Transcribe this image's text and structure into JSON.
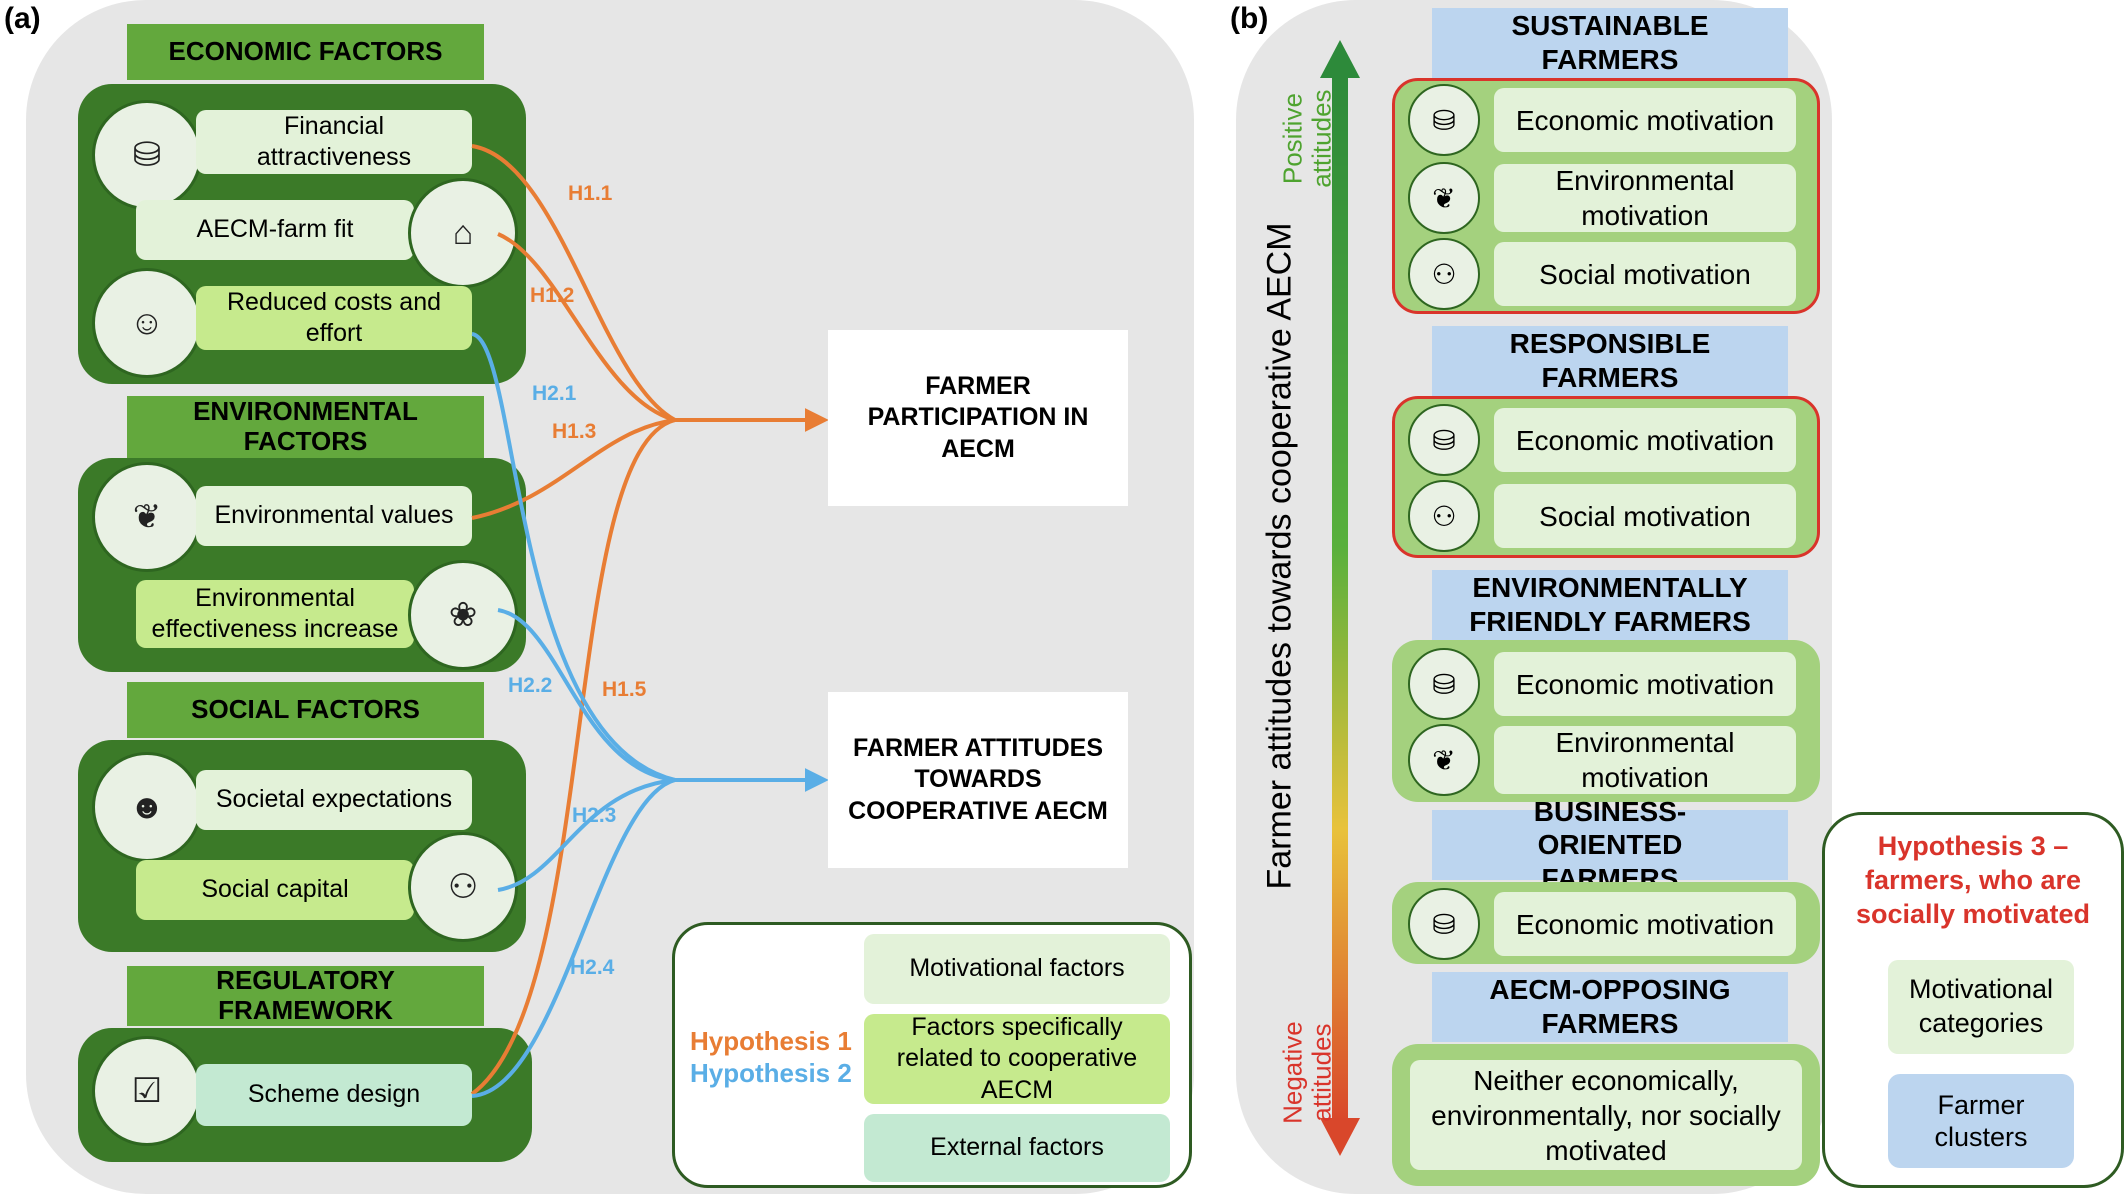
{
  "panel_a": {
    "label": "(a)",
    "categories": [
      {
        "header": "ECONOMIC FACTORS",
        "factors": [
          "Financial attractiveness",
          "AECM-farm fit",
          "Reduced costs and effort"
        ]
      },
      {
        "header": "ENVIRONMENTAL FACTORS",
        "factors": [
          "Environmental values",
          "Environmental effectiveness increase"
        ]
      },
      {
        "header": "SOCIAL FACTORS",
        "factors": [
          "Societal expectations",
          "Social capital"
        ]
      },
      {
        "header": "REGULATORY FRAMEWORK",
        "factors": [
          "Scheme design"
        ]
      }
    ],
    "outcomes": {
      "participation": "FARMER PARTICIPATION IN AECM",
      "attitudes": "FARMER ATTITUDES TOWARDS COOPERATIVE AECM"
    },
    "hypothesis_labels": [
      "H1.1",
      "H1.2",
      "H1.3",
      "H1.5",
      "H2.1",
      "H2.2",
      "H2.3",
      "H2.4"
    ],
    "legend": {
      "hypothesis1": "Hypothesis 1",
      "hypothesis2": "Hypothesis 2",
      "motivational": "Motivational factors",
      "cooperative": "Factors specifically related to cooperative AECM",
      "external": "External factors"
    },
    "colors": {
      "hypothesis1": "#e87d34",
      "hypothesis2": "#5aaee6"
    }
  },
  "panel_b": {
    "label": "(b)",
    "axis_label": "Farmer attitudes towards cooperative AECM",
    "positive_label": "Positive attitudes",
    "negative_label": "Negative attitudes",
    "clusters": [
      {
        "header": "SUSTAINABLE FARMERS",
        "motivations": [
          "Economic motivation",
          "Environmental motivation",
          "Social motivation"
        ]
      },
      {
        "header": "RESPONSIBLE FARMERS",
        "motivations": [
          "Economic motivation",
          "Social motivation"
        ]
      },
      {
        "header": "ENVIRONMENTALLY FRIENDLY FARMERS",
        "motivations": [
          "Economic motivation",
          "Environmental motivation"
        ]
      },
      {
        "header": "BUSINESS-ORIENTED FARMERS",
        "motivations": [
          "Economic motivation"
        ]
      },
      {
        "header": "AECM-OPPOSING FARMERS",
        "motivations": [
          "Neither economically, environmentally, nor socially motivated"
        ]
      }
    ],
    "hypothesis3": {
      "title": "Hypothesis 3 – farmers, who are socially motivated",
      "motivational_categories": "Motivational categories",
      "farmer_clusters": "Farmer clusters"
    }
  }
}
